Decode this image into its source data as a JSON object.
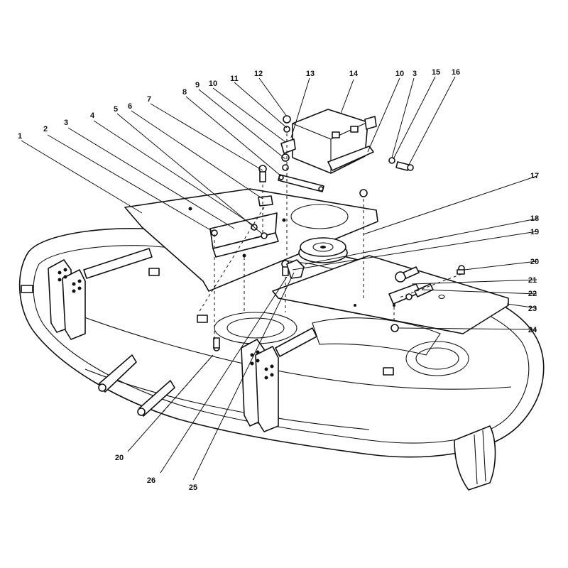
{
  "callouts": [
    {
      "id": "c1",
      "text": "1"
    },
    {
      "id": "c2",
      "text": "2"
    },
    {
      "id": "c3a",
      "text": "3"
    },
    {
      "id": "c4",
      "text": "4"
    },
    {
      "id": "c5",
      "text": "5"
    },
    {
      "id": "c6",
      "text": "6"
    },
    {
      "id": "c7",
      "text": "7"
    },
    {
      "id": "c8",
      "text": "8"
    },
    {
      "id": "c9",
      "text": "9"
    },
    {
      "id": "c10a",
      "text": "10"
    },
    {
      "id": "c11",
      "text": "11"
    },
    {
      "id": "c12",
      "text": "12"
    },
    {
      "id": "c13",
      "text": "13"
    },
    {
      "id": "c14",
      "text": "14"
    },
    {
      "id": "c10b",
      "text": "10"
    },
    {
      "id": "c3b",
      "text": "3"
    },
    {
      "id": "c15",
      "text": "15"
    },
    {
      "id": "c16",
      "text": "16"
    },
    {
      "id": "c17",
      "text": "17"
    },
    {
      "id": "c18",
      "text": "18"
    },
    {
      "id": "c19",
      "text": "19"
    },
    {
      "id": "c20a",
      "text": "20"
    },
    {
      "id": "c21",
      "text": "21"
    },
    {
      "id": "c22",
      "text": "22"
    },
    {
      "id": "c23",
      "text": "23"
    },
    {
      "id": "c24",
      "text": "24"
    },
    {
      "id": "c20b",
      "text": "20"
    },
    {
      "id": "c26",
      "text": "26"
    },
    {
      "id": "c25",
      "text": "25"
    }
  ]
}
